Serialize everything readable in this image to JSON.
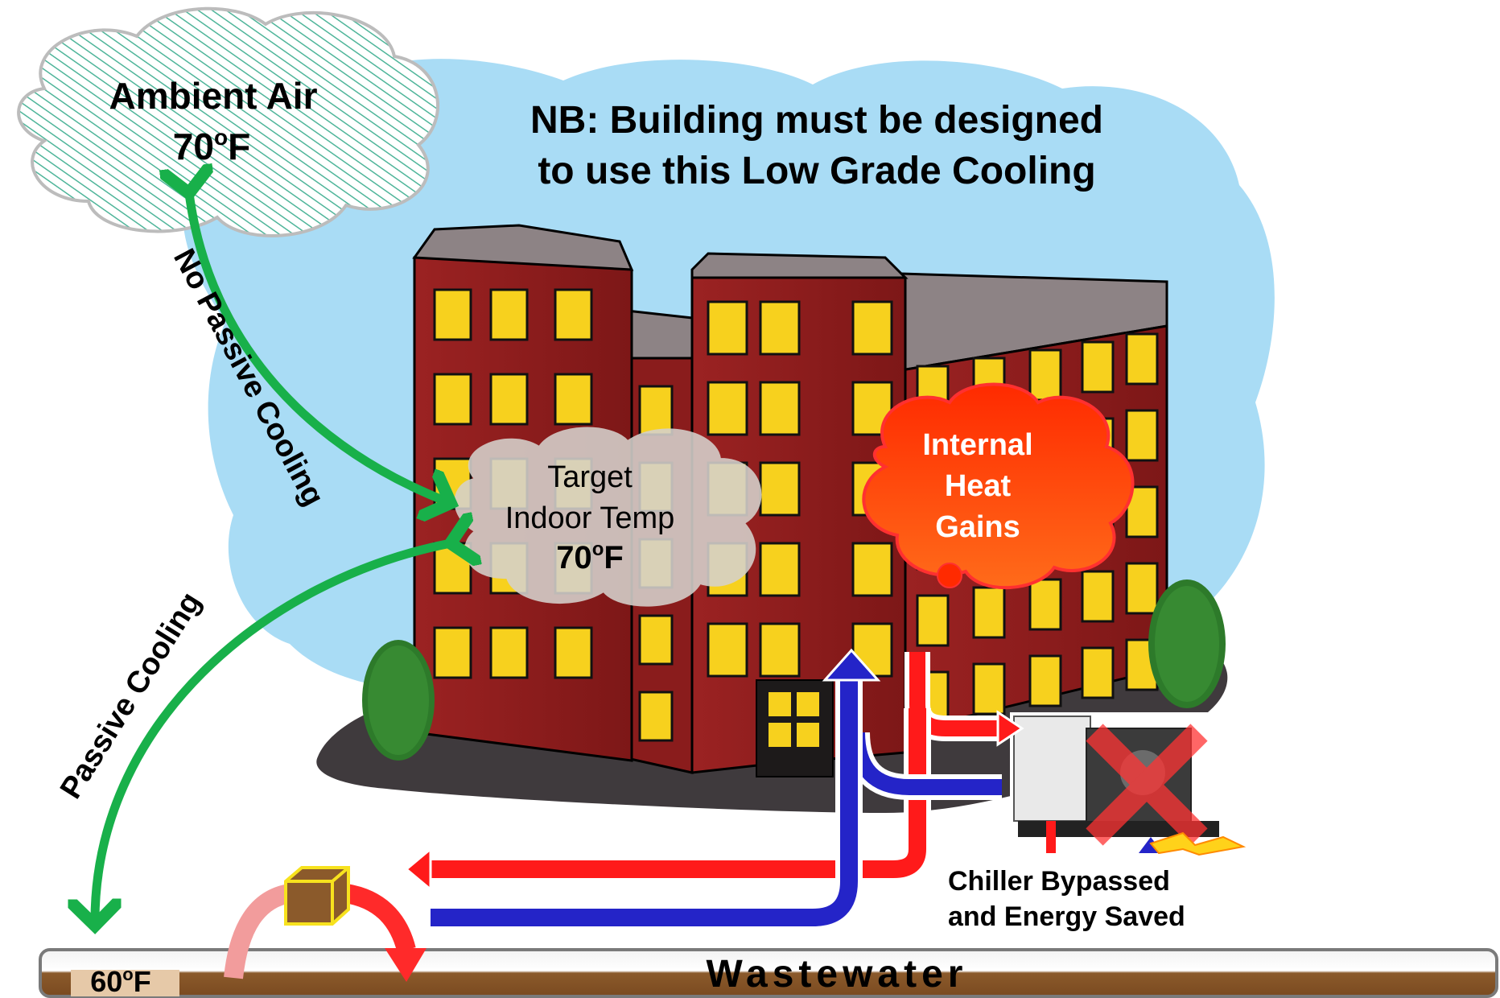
{
  "note": {
    "line1": "NB: Building must be designed",
    "line2": "to use this Low Grade Cooling"
  },
  "ambient": {
    "label": "Ambient Air",
    "temp_value": "70",
    "temp_degree": "o",
    "temp_unit": "F"
  },
  "indoor": {
    "line1": "Target",
    "line2": "Indoor Temp",
    "temp_value": "70",
    "temp_degree": "o",
    "temp_unit": "F"
  },
  "heat_gains": {
    "line1": "Internal",
    "line2": "Heat",
    "line3": "Gains"
  },
  "arrows": {
    "no_passive": "No Passive Cooling",
    "passive": "Passive Cooling"
  },
  "chiller": {
    "line1": "Chiller Bypassed",
    "line2": "and Energy Saved"
  },
  "pipe": {
    "label": "Wastewater",
    "temp_value": "60",
    "temp_degree": "o",
    "temp_unit": "F"
  },
  "colors": {
    "sky": "#a9dcf5",
    "brick": "#8c1c1c",
    "window": "#f7d11e",
    "arrow_green": "#18b04a",
    "hot_red": "#ff1a1a",
    "cold_blue": "#2424c8",
    "sewage_brown": "#8b5a2b"
  },
  "icons": [
    "cloud-icon",
    "thought-cloud-icon",
    "building-icon",
    "tree-icon",
    "chiller-icon",
    "cross-icon",
    "lightning-icon",
    "heat-exchanger-box-icon"
  ]
}
